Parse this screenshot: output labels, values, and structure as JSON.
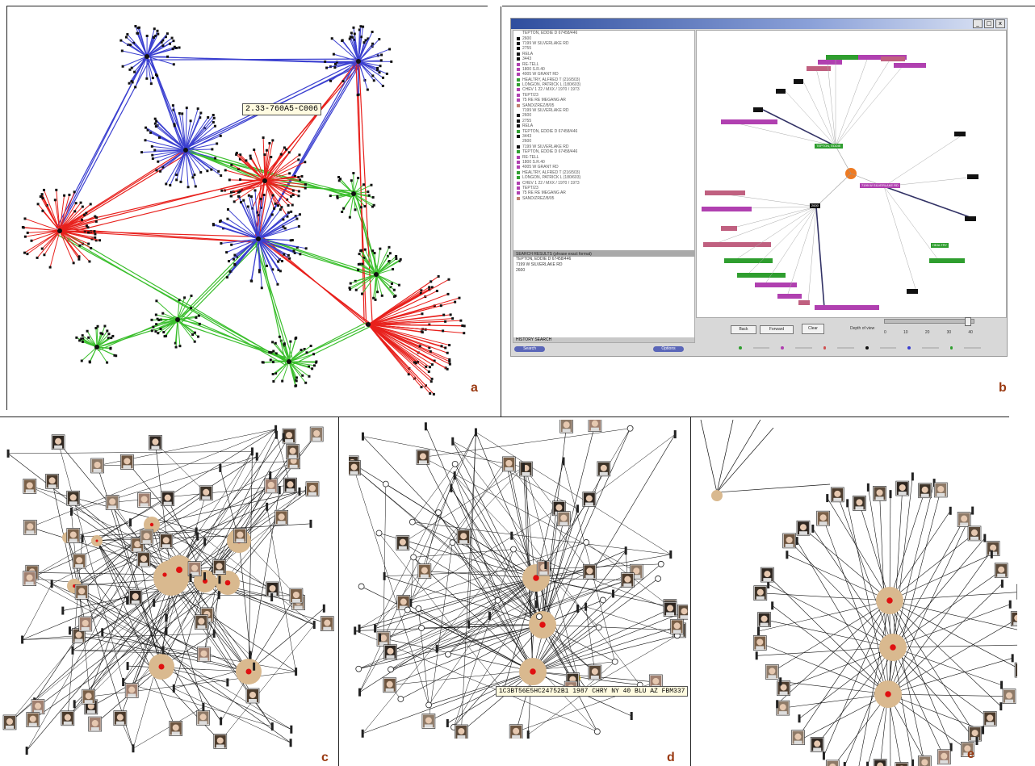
{
  "panels": [
    {
      "id": "a",
      "letter": "a"
    },
    {
      "id": "b",
      "letter": "b"
    },
    {
      "id": "c",
      "letter": "c"
    },
    {
      "id": "d",
      "letter": "d"
    },
    {
      "id": "e",
      "letter": "e"
    }
  ],
  "panel_a": {
    "tooltip": "2.33-760A5-C006",
    "colors": {
      "red": "#e8201c",
      "blue": "#3a3fd0",
      "green": "#3bbf2d",
      "node": "#111111"
    }
  },
  "panel_b": {
    "window_buttons": [
      "_",
      "□",
      "x"
    ],
    "list_items": [
      {
        "text": "TEPTON, EDDIE D 67458/446",
        "color": "#ffffff"
      },
      {
        "text": "2600",
        "color": "#111111"
      },
      {
        "text": "7199 W SILVERLAKE RD",
        "color": "#111111"
      },
      {
        "text": "2755",
        "color": "#111111"
      },
      {
        "text": "RELA",
        "color": "#111111"
      },
      {
        "text": "3443",
        "color": "#111111"
      },
      {
        "text": "RE-TELL",
        "color": "#b040b0"
      },
      {
        "text": "1800 S.R.40",
        "color": "#b040b0"
      },
      {
        "text": "4005 W GRANT RD",
        "color": "#b040b0"
      },
      {
        "text": "HEALTRY, ALFRED T (216/503)",
        "color": "#30a030"
      },
      {
        "text": "LONGON, PATRICK L (180/603)",
        "color": "#30a030"
      },
      {
        "text": "CHEV 1 22 / MXX / 1970 / 1973",
        "color": "#b040b0"
      },
      {
        "text": "TEPT/23",
        "color": "#b040b0"
      },
      {
        "text": "75 RE RE MEGANG AR",
        "color": "#b040b0"
      },
      {
        "text": "SAND/ZREZ/8/05",
        "color": "#c08070"
      },
      {
        "text": "7199 W SILVERLAKE RD",
        "color": "#ffffff"
      },
      {
        "text": "2600",
        "color": "#111111"
      },
      {
        "text": "2755",
        "color": "#111111"
      },
      {
        "text": "RELA",
        "color": "#111111"
      },
      {
        "text": "TEPTON, EDDIE D 67458/446",
        "color": "#30a030"
      },
      {
        "text": "3443",
        "color": "#111111"
      },
      {
        "text": "2600",
        "color": "#ffffff"
      },
      {
        "text": "7199 W SILVERLAKE RD",
        "color": "#111111"
      },
      {
        "text": "TEPTON, EDDIE D 67458/446",
        "color": "#30a030"
      },
      {
        "text": "RE-TELL",
        "color": "#b040b0"
      },
      {
        "text": "1800 S.R.40",
        "color": "#b040b0"
      },
      {
        "text": "4005 W GRANT RD",
        "color": "#b040b0"
      },
      {
        "text": "HEALTRY, ALFRED T (216/503)",
        "color": "#30a030"
      },
      {
        "text": "LONGON, PATRICK L (180/603)",
        "color": "#30a030"
      },
      {
        "text": "CHEV 1 22 / MXX / 1970 / 1973",
        "color": "#b040b0"
      },
      {
        "text": "TEPT/23",
        "color": "#b040b0"
      },
      {
        "text": "75 RE RE MEGANG AR",
        "color": "#b040b0"
      },
      {
        "text": "SAND/ZREZ/8/05",
        "color": "#c08070"
      }
    ],
    "search_header": "SEARCH RESULTS (phrase exact format)",
    "search_lines": [
      "TEPTON, EDDIE D 67458/446",
      "7199 W SILVERLAKE RD",
      "2600"
    ],
    "history_label": "HISTORY SEARCH",
    "pill_left": "Search",
    "pill_right": "Options",
    "back_label": "Back",
    "forward_label": "Forward",
    "clear_label": "Clear",
    "depth_label": "Depth of view",
    "depth_ticks": [
      "0",
      "10",
      "20",
      "30",
      "40"
    ],
    "depth_value": 0.95,
    "graph_nodes": [
      {
        "id": "g1",
        "text": "TEPTON, EDDIE",
        "color": "#2f9e2f"
      },
      {
        "id": "g2",
        "text": "7199 W SILVERLAKE RD",
        "color": "#b040b0"
      },
      {
        "id": "g3",
        "text": "2600",
        "color": "#111111"
      },
      {
        "id": "g4",
        "text": "HEALTRY",
        "color": "#2f9e2f"
      }
    ]
  },
  "panel_d": {
    "tooltip": "1C3BT56E5HC24752B1 1987 CHRY NY 40 BLU AZ FBM337"
  }
}
